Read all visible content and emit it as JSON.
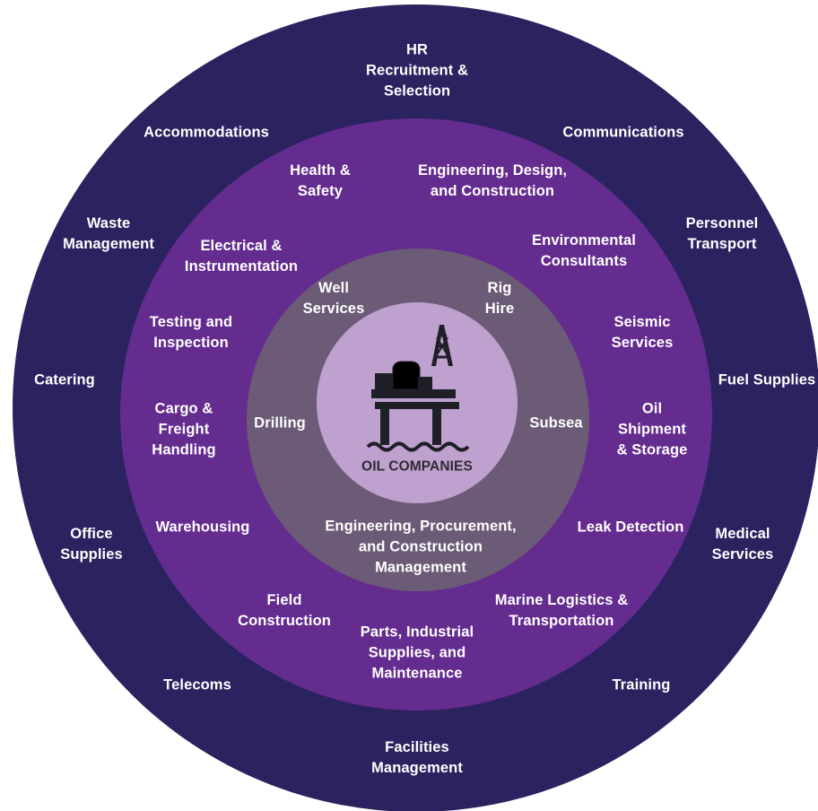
{
  "colors": {
    "outer_ring": "#2a2360",
    "middle_ring": "#652c8f",
    "inner_ring": "#6b5b76",
    "core": "#bfa1cf",
    "rig": "#1f1f28",
    "text": "#ffffff",
    "core_text": "#2b2b33"
  },
  "center": {
    "label": "OIL COMPANIES",
    "icon": "oil-rig-icon"
  },
  "inner_ring": {
    "well_services": "Well\nServices",
    "rig_hire": "Rig\nHire",
    "drilling": "Drilling",
    "subsea": "Subsea",
    "epcm": "Engineering, Procurement,\nand Construction\nManagement"
  },
  "middle_ring": {
    "health_safety": "Health &\nSafety",
    "edc": "Engineering, Design,\nand Construction",
    "electrical": "Electrical &\nInstrumentation",
    "environmental": "Environmental\nConsultants",
    "testing": "Testing and\nInspection",
    "seismic": "Seismic\nServices",
    "cargo": "Cargo &\nFreight\nHandling",
    "oil_shipment": "Oil\nShipment\n& Storage",
    "warehousing": "Warehousing",
    "leak_detection": "Leak Detection",
    "field_construction": "Field\nConstruction",
    "marine_logistics": "Marine Logistics &\nTransportation",
    "parts": "Parts, Industrial\nSupplies, and\nMaintenance"
  },
  "outer_ring": {
    "hr": "HR\nRecruitment &\nSelection",
    "accommodations": "Accommodations",
    "communications": "Communications",
    "waste": "Waste\nManagement",
    "personnel_transport": "Personnel\nTransport",
    "catering": "Catering",
    "fuel": "Fuel Supplies",
    "office": "Office\nSupplies",
    "medical": "Medical\nServices",
    "telecoms": "Telecoms",
    "training": "Training",
    "facilities": "Facilities\nManagement"
  }
}
